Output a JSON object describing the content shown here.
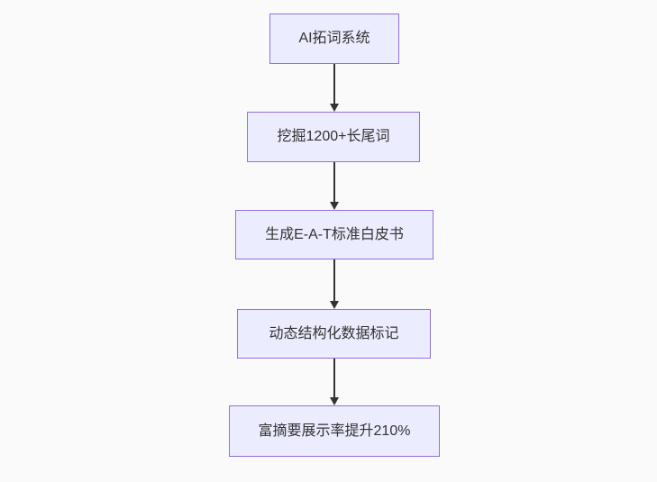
{
  "diagram": {
    "type": "flowchart",
    "direction": "top-down",
    "nodes": [
      {
        "id": "node-1",
        "label": "AI拓词系统"
      },
      {
        "id": "node-2",
        "label": "挖掘1200+长尾词"
      },
      {
        "id": "node-3",
        "label": "生成E-A-T标准白皮书"
      },
      {
        "id": "node-4",
        "label": "动态结构化数据标记"
      },
      {
        "id": "node-5",
        "label": "富摘要展示率提升210%"
      }
    ],
    "edges": [
      {
        "from": "node-1",
        "to": "node-2"
      },
      {
        "from": "node-2",
        "to": "node-3"
      },
      {
        "from": "node-3",
        "to": "node-4"
      },
      {
        "from": "node-4",
        "to": "node-5"
      }
    ],
    "colors": {
      "node_fill": "#ececff",
      "node_border": "#9370db",
      "node_text": "#333333",
      "edge": "#333333",
      "background": "#fafafa"
    }
  }
}
